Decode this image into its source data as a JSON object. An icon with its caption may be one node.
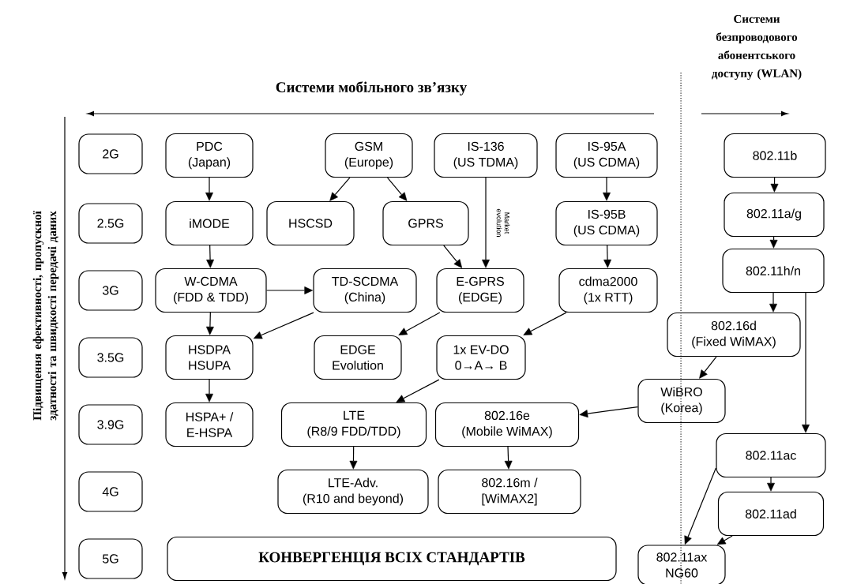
{
  "diagram": {
    "nodes": [
      {
        "text": [
          "2G"
        ]
      },
      {
        "text": [
          "2.5G"
        ]
      },
      {
        "text": [
          "3G"
        ]
      },
      {
        "text": [
          "3.5G"
        ]
      },
      {
        "text": [
          "3.9G"
        ]
      },
      {
        "text": [
          "4G"
        ]
      },
      {
        "text": [
          "5G"
        ]
      },
      {
        "text": [
          "PDC",
          "(Japan)"
        ]
      },
      {
        "text": [
          "GSM",
          "(Europe)"
        ]
      },
      {
        "text": [
          "IS-136",
          "(US TDMA)"
        ]
      },
      {
        "text": [
          "IS-95A",
          "(US CDMA)"
        ]
      },
      {
        "text": [
          "802.11b"
        ]
      },
      {
        "text": [
          "iMODE"
        ]
      },
      {
        "text": [
          "HSCSD"
        ]
      },
      {
        "text": [
          "GPRS"
        ]
      },
      {
        "text": [
          "IS-95B",
          "(US CDMA)"
        ]
      },
      {
        "text": [
          "802.11a/g"
        ]
      },
      {
        "text": [
          "W-CDMA",
          "(FDD & TDD)"
        ]
      },
      {
        "text": [
          "TD-SCDMA",
          "(China)"
        ]
      },
      {
        "text": [
          "E-GPRS",
          "(EDGE)"
        ]
      },
      {
        "text": [
          "cdma2000",
          "(1x RTT)"
        ]
      },
      {
        "text": [
          "802.11h/n"
        ]
      },
      {
        "text": [
          "802.16d",
          "(Fixed WiMAX)"
        ]
      },
      {
        "text": [
          "HSDPA",
          "HSUPA"
        ]
      },
      {
        "text": [
          "EDGE",
          "Evolution"
        ]
      },
      {
        "text": [
          "1x EV-DO",
          "0→A→ B"
        ]
      },
      {
        "text": [
          "WiBRO",
          "(Korea)"
        ]
      },
      {
        "text": [
          "HSPA+ /",
          "E-HSPA"
        ]
      },
      {
        "text": [
          "LTE",
          "(R8/9 FDD/TDD)"
        ]
      },
      {
        "text": [
          "802.16e",
          "(Mobile WiMAX)"
        ]
      },
      {
        "text": [
          "802.11ac"
        ]
      },
      {
        "text": [
          "LTE-Adv.",
          "(R10 and beyond)"
        ]
      },
      {
        "text": [
          "802.16m /",
          "[WiMAX2]"
        ]
      },
      {
        "text": [
          "802.11ad"
        ]
      },
      {
        "text": [
          "КОНВЕРГЕНЦІЯ ВСІХ СТАНДАРТІВ"
        ]
      },
      {
        "text": [
          "802.11ax",
          "NG60"
        ]
      }
    ],
    "edges": [
      {
        "from": 7,
        "to": 12,
        "arrow": "to"
      },
      {
        "from": 12,
        "to": 17,
        "arrow": "to"
      },
      {
        "from": 8,
        "to": 13,
        "arrow": "to"
      },
      {
        "from": 8,
        "to": 14,
        "arrow": "to"
      },
      {
        "from": 14,
        "to": 19,
        "arrow": "to"
      },
      {
        "from": 9,
        "to": 19,
        "arrow": "to",
        "label": "Market evolution"
      },
      {
        "from": 10,
        "to": 15,
        "arrow": "to"
      },
      {
        "from": 15,
        "to": 20,
        "arrow": "to"
      },
      {
        "from": 17,
        "to": 18,
        "arrow": "to"
      },
      {
        "from": 17,
        "to": 23,
        "arrow": "to"
      },
      {
        "from": 18,
        "to": 23,
        "arrow": "to"
      },
      {
        "from": 19,
        "to": 24,
        "arrow": "to"
      },
      {
        "from": 20,
        "to": 25,
        "arrow": "to"
      },
      {
        "from": 23,
        "to": 27,
        "arrow": "to"
      },
      {
        "from": 25,
        "to": 28,
        "arrow": "to"
      },
      {
        "from": 28,
        "to": 31,
        "arrow": "to"
      },
      {
        "from": 29,
        "to": 32,
        "arrow": "to"
      },
      {
        "from": 11,
        "to": 16,
        "arrow": "to"
      },
      {
        "from": 16,
        "to": 21,
        "arrow": "to"
      },
      {
        "from": 21,
        "to": 22,
        "arrow": "to"
      },
      {
        "from": 22,
        "to": 26,
        "arrow": "to"
      },
      {
        "from": 26,
        "to": 29,
        "arrow": "to"
      },
      {
        "from": 21,
        "to": 30,
        "arrow": "to"
      },
      {
        "from": 30,
        "to": 33,
        "arrow": "to"
      },
      {
        "from": 30,
        "to": 35,
        "arrow": "to"
      },
      {
        "from": 33,
        "to": 35,
        "arrow": "to"
      }
    ],
    "labels": [
      "Системи мобільного зв’язку",
      "Системи безпроводового абонентського доступу (WLAN)",
      "Підвищення ефективності, пропускної здатності та швидкості передачі даних"
    ]
  }
}
